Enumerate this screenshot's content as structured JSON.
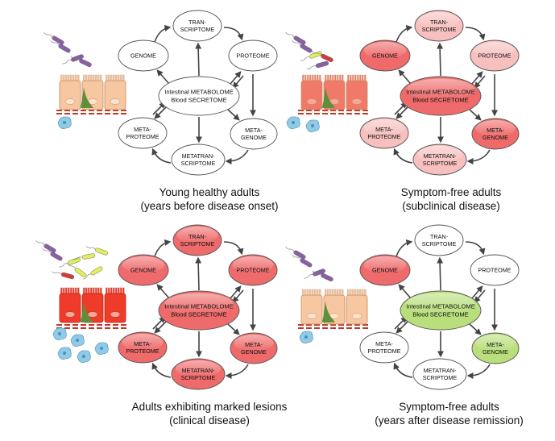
{
  "nodes": {
    "genome": [
      "GENOME"
    ],
    "transcriptome": [
      "TRAN-",
      "SCRIPTOME"
    ],
    "proteome": [
      "PROTEOME"
    ],
    "center": [
      "Intestinal METABOLOME",
      "Blood SECRETOME"
    ],
    "metagenome": [
      "META-",
      "GENOME"
    ],
    "metatranscriptome": [
      "METATRAN-",
      "SCRIPTOME"
    ],
    "metaproteome": [
      "META-",
      "PROTEOME"
    ]
  },
  "panels": [
    {
      "caption": [
        "Young healthy adults",
        "(years before disease onset)"
      ],
      "node_fills": {
        "genome": "#ffffff",
        "transcriptome": "#ffffff",
        "proteome": "#ffffff",
        "center": "#ffffff",
        "metagenome": "#ffffff",
        "metatranscriptome": "#ffffff",
        "metaproteome": "#ffffff"
      },
      "tissue": "healthy"
    },
    {
      "caption": [
        "Symptom-free adults",
        "(subclinical disease)"
      ],
      "node_fills": {
        "genome": "#ef6b6b",
        "transcriptome": "#f7c0bf",
        "proteome": "#f7c0bf",
        "center": "#ef6b6b",
        "metagenome": "#ef6b6b",
        "metatranscriptome": "#f7c0bf",
        "metaproteome": "#f7c0bf"
      },
      "tissue": "subclinical"
    },
    {
      "caption": [
        "Adults exhibiting marked lesions",
        "(clinical disease)"
      ],
      "node_fills": {
        "genome": "#ef6b6b",
        "transcriptome": "#ef6b6b",
        "proteome": "#ef6b6b",
        "center": "#ef6b6b",
        "metagenome": "#ef6b6b",
        "metatranscriptome": "#ef6b6b",
        "metaproteome": "#ef6b6b"
      },
      "tissue": "clinical"
    },
    {
      "caption": [
        "Symptom-free adults",
        "(years after disease remission)"
      ],
      "node_fills": {
        "genome": "#ef6b6b",
        "transcriptome": "#ffffff",
        "proteome": "#ffffff",
        "center": "#b9df7c",
        "metagenome": "#b9df7c",
        "metatranscriptome": "#ffffff",
        "metaproteome": "#ffffff"
      },
      "tissue": "remission"
    }
  ],
  "colors": {
    "white_node": "#ffffff",
    "light_red_node": "#f7c0bf",
    "red_node": "#ef6b6b",
    "green_node": "#b9df7c",
    "healthy_epithelium": "#f6c7a0",
    "inflamed_epithelium": "#ee4b3a",
    "immune_cell": "#8fcbe6",
    "bacteria": "#8a5fa6",
    "pathogen_yellow": "#e2ee5a"
  }
}
